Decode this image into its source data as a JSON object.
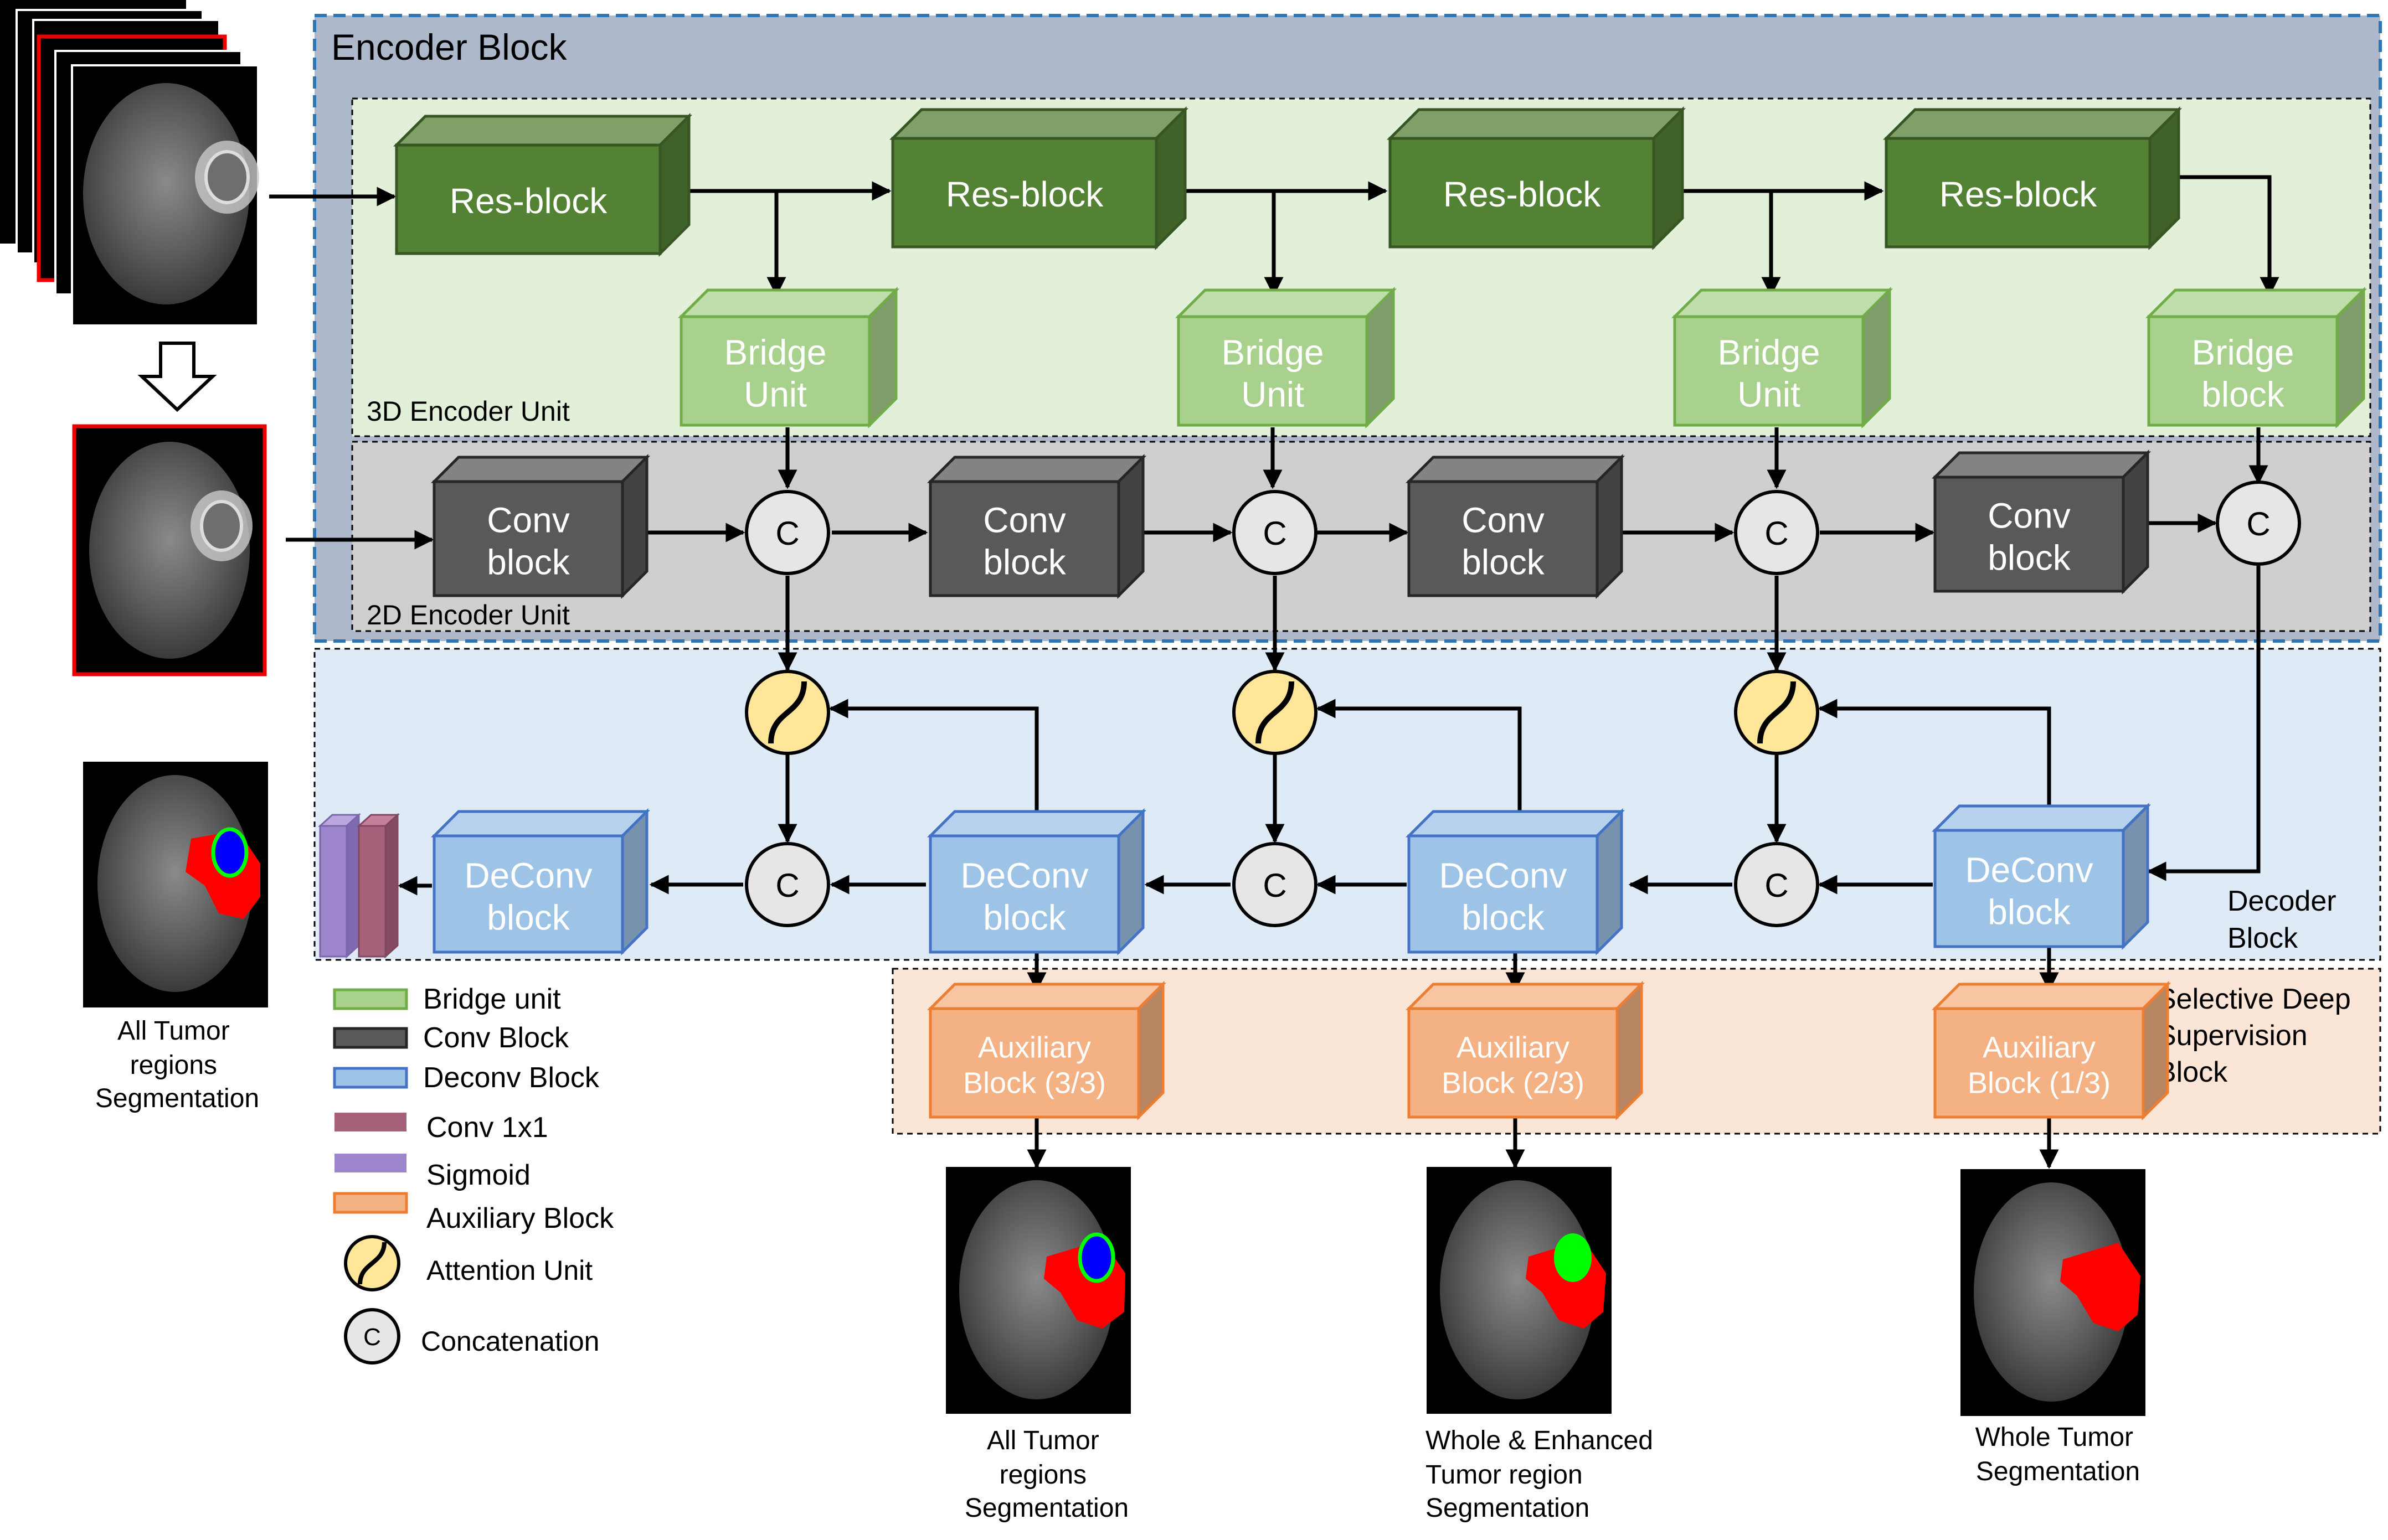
{
  "sections": {
    "encoder_block": "Encoder Block",
    "encoder_3d": "3D Encoder Unit",
    "encoder_2d": "2D Encoder Unit",
    "decoder_block": [
      "Decoder",
      "Block"
    ],
    "selective_block": [
      "Selective Deep",
      "Supervision",
      "Block"
    ]
  },
  "res_block_label": "Res-block",
  "bridge_labels": [
    [
      "Bridge",
      "Unit"
    ],
    [
      "Bridge",
      "Unit"
    ],
    [
      "Bridge",
      "Unit"
    ],
    [
      "Bridge",
      "block"
    ]
  ],
  "conv_label": [
    "Conv",
    "block"
  ],
  "deconv_label": [
    "DeConv",
    "block"
  ],
  "concat_symbol": "C",
  "auxiliary_labels": [
    [
      "Auxiliary",
      "Block (3/3)"
    ],
    [
      "Auxiliary",
      "Block (2/3)"
    ],
    [
      "Auxiliary",
      "Block (1/3)"
    ]
  ],
  "output_captions": {
    "left": [
      "All Tumor",
      "regions",
      "Segmentation"
    ],
    "aux3": [
      "All Tumor",
      "regions",
      "Segmentation"
    ],
    "aux2": [
      "Whole & Enhanced",
      "Tumor region",
      "Segmentation"
    ],
    "aux1": [
      "Whole Tumor",
      "Segmentation"
    ]
  },
  "legend": [
    {
      "label": "Bridge unit",
      "color": "#a9d18e",
      "border": "#70ad47"
    },
    {
      "label": "Conv Block",
      "color": "#595959",
      "border": "#262626"
    },
    {
      "label": "Deconv Block",
      "color": "#9dc3e6",
      "border": "#4472c4"
    },
    {
      "label": "Conv 1x1",
      "color": "#a5607a",
      "border": "#a5607a"
    },
    {
      "label": "Sigmoid",
      "color": "#9e86cc",
      "border": "#9e86cc"
    },
    {
      "label": "Auxiliary Block",
      "color": "#f4b183",
      "border": "#ed7d31"
    },
    {
      "label": "Attention Unit",
      "color": "#ffe699",
      "border": "#000000"
    },
    {
      "label": "Concatenation",
      "color": "#e7e6e6",
      "border": "#000000"
    }
  ],
  "colors": {
    "res": "#548235",
    "res_dark": "#375623",
    "bridge": "#a9d18e",
    "bridge_dark": "#70ad47",
    "conv": "#595959",
    "conv_dark": "#262626",
    "deconv": "#9dc3e6",
    "deconv_dark": "#4472c4",
    "aux": "#f4b183",
    "aux_dark": "#ed7d31",
    "encoder_bg": "#adb9ca",
    "enc3d_bg": "#e2efd9",
    "enc2d_bg": "#d0cece",
    "decoder_bg": "#deebf7",
    "selective_bg": "#fbe5d6",
    "attention": "#ffe699",
    "concat": "#e7e6e6",
    "tumor_red": "#ff0000",
    "tumor_green": "#00ff00",
    "tumor_blue": "#0000ff"
  }
}
